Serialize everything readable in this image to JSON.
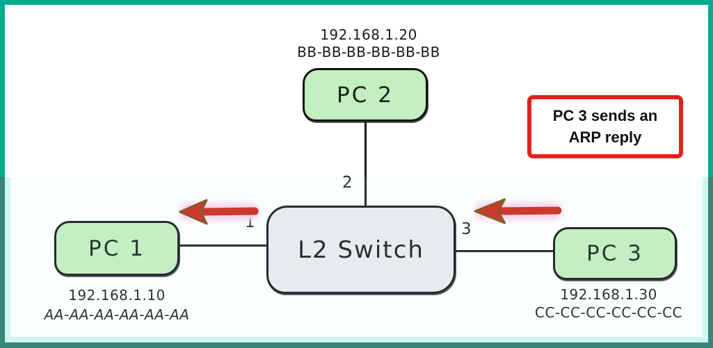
{
  "diagram": {
    "type": "network-topology",
    "callout": {
      "line1": "PC 3 sends an",
      "line2": "ARP reply"
    },
    "nodes": {
      "pc1": {
        "label": "PC 1",
        "ip": "192.168.1.10",
        "mac": "AA-AA-AA-AA-AA-AA"
      },
      "pc2": {
        "label": "PC 2",
        "ip": "192.168.1.20",
        "mac": "BB-BB-BB-BB-BB-BB"
      },
      "pc3": {
        "label": "PC 3",
        "ip": "192.168.1.30",
        "mac": "CC-CC-CC-CC-CC-CC"
      },
      "switch": {
        "label": "L2 Switch"
      }
    },
    "ports": {
      "port1": "1",
      "port2": "2",
      "port3": "3"
    },
    "arrows": [
      {
        "name": "arp-reply-from-pc3",
        "direction": "left",
        "from": "PC 3",
        "to": "L2 Switch"
      },
      {
        "name": "arp-reply-to-pc1",
        "direction": "left",
        "from": "L2 Switch",
        "to": "PC 1"
      }
    ],
    "colors": {
      "frame_top": "#05ab8e",
      "frame_bottom": "#3a8579",
      "frame_inner_strip": "#cdf7f2",
      "pc_fill": "#c3eebf",
      "switch_fill": "#e9ebec",
      "arrow_red": "#cd2418",
      "arrow_outline": "#7a4e10",
      "arrow_glow": "#f9d2ec",
      "callout_border": "#e3211a",
      "line_black": "#1a1a1a"
    }
  }
}
